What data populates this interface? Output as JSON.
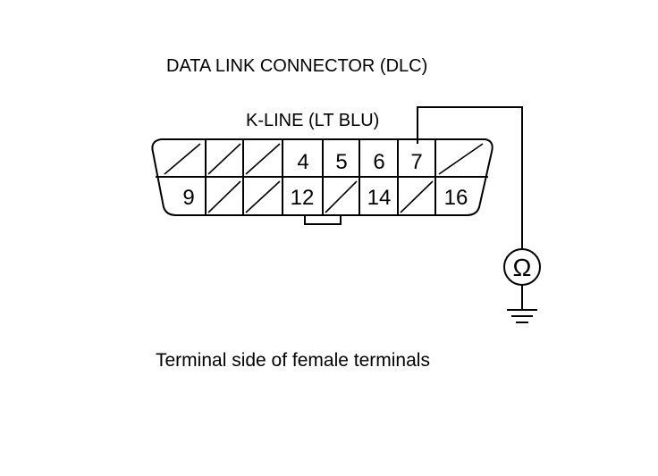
{
  "title": "DATA LINK CONNECTOR (DLC)",
  "wire_label": "K-LINE (LT BLU)",
  "caption": "Terminal side of female terminals",
  "meter_symbol": "Ω",
  "top_row": [
    {
      "label": "",
      "blank": true
    },
    {
      "label": "",
      "blank": true
    },
    {
      "label": "",
      "blank": true
    },
    {
      "label": "4",
      "blank": false
    },
    {
      "label": "5",
      "blank": false
    },
    {
      "label": "6",
      "blank": false
    },
    {
      "label": "7",
      "blank": false
    },
    {
      "label": "",
      "blank": true
    }
  ],
  "bottom_row": [
    {
      "label": "9",
      "blank": false
    },
    {
      "label": "",
      "blank": true
    },
    {
      "label": "",
      "blank": true
    },
    {
      "label": "12",
      "blank": false
    },
    {
      "label": "",
      "blank": true
    },
    {
      "label": "14",
      "blank": false
    },
    {
      "label": "",
      "blank": true
    },
    {
      "label": "16",
      "blank": false
    }
  ],
  "colors": {
    "line": "#000000",
    "background": "#ffffff"
  }
}
